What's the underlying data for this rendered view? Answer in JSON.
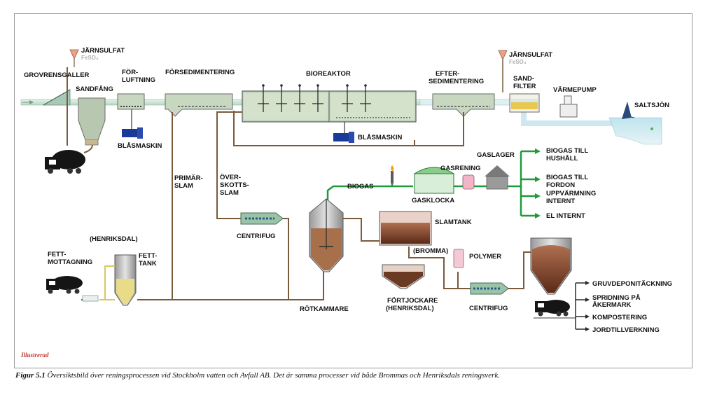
{
  "labels": {
    "jarnsulfat_1": "JÄRNSULFAT",
    "feso4_1": "FeSO₄",
    "grovrensgaller": "GROVRENSGALLER",
    "sandfang": "SANDFÅNG",
    "forluftning_1": "FÖR-",
    "forluftning_2": "LUFTNING",
    "forsedimentering": "FÖRSEDIMENTERING",
    "bioreaktor": "BIOREAKTOR",
    "eftersed_1": "EFTER-",
    "eftersed_2": "SEDIMENTERING",
    "jarnsulfat_2": "JÄRNSULFAT",
    "feso4_2": "FeSO₄",
    "sandfilter_1": "SAND-",
    "sandfilter_2": "FILTER",
    "varmepump": "VÄRMEPUMP",
    "saltsjon": "SALTSJÖN",
    "blasmaskin_1": "BLÅSMASKIN",
    "blasmaskin_2": "BLÅSMASKIN",
    "primarslam_1": "PRIMÄR-",
    "primarslam_2": "SLAM",
    "overskott_1": "ÖVER-",
    "overskott_2": "SKOTTS-",
    "overskott_3": "SLAM",
    "gaslager": "GASLAGER",
    "gasrening": "GASRENING",
    "biogas": "BIOGAS",
    "gasklocka": "GASKLOCKA",
    "biogas_hushall_1": "BIOGAS TILL",
    "biogas_hushall_2": "HUSHÅLL",
    "biogas_fordon_1": "BIOGAS TILL",
    "biogas_fordon_2": "FORDON",
    "uppvarmning_1": "UPPVÄRMNING",
    "uppvarmning_2": "INTERNT",
    "el_internt": "EL INTERNT",
    "centrifug_1": "CENTRIFUG",
    "slamtank": "SLAMTANK",
    "henriksdal_1": "(HENRIKSDAL)",
    "fettmottagning_1": "FETT-",
    "fettmottagning_2": "MOTTAGNING",
    "fetttank_1": "FETT-",
    "fetttank_2": "TANK",
    "bromma": "(BROMMA)",
    "polymer": "POLYMER",
    "rotkammare": "RÖTKAMMARE",
    "fortjockare_1": "FÖRTJOCKARE",
    "fortjockare_2": "(HENRIKSDAL)",
    "centrifug_2": "CENTRIFUG",
    "gruvdeponi": "GRUVDEPONITÄCKNING",
    "spridning_1": "SPRIDNING PÅ",
    "spridning_2": "ÅKERMARK",
    "kompostering": "KOMPOSTERING",
    "jordtillverkning": "JORDTILLVERKNING"
  },
  "signature": "Illustrerad",
  "caption": {
    "figure": "Figur 5.1",
    "text": "Översiktsbild över reningsprocessen vid Stockholm vatten och Avfall  AB. Det är samma processer vid både Brommas och Henriksdals reningsverk."
  },
  "colors": {
    "sludge_pipe": "#7a5a3a",
    "water": "#cfe8d8",
    "biogas_pipe": "#1f9a3c",
    "tank_fill": "#c8d8c0",
    "sludge": "#8a4a2e",
    "machine": "#1a3a9a"
  }
}
